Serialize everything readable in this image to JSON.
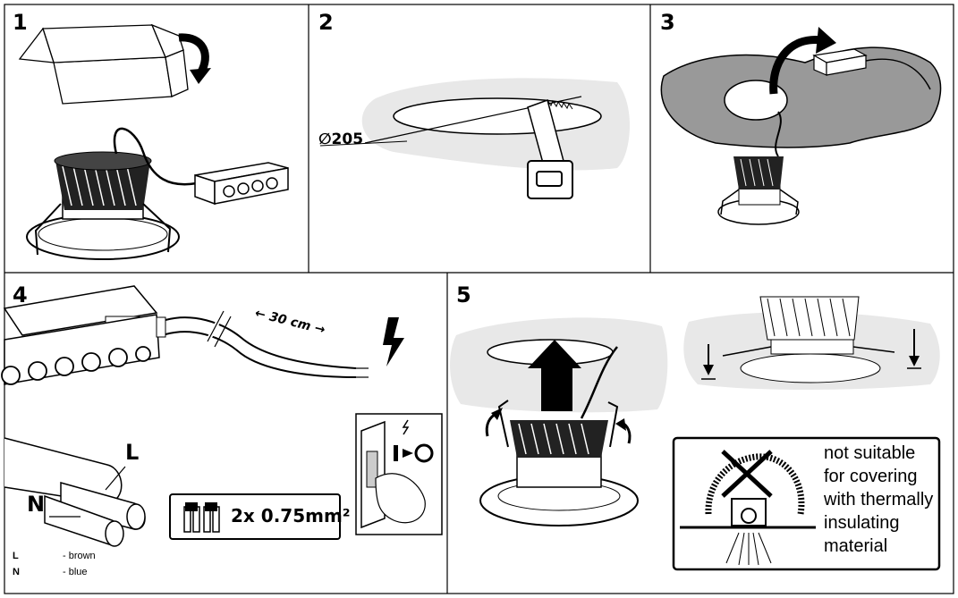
{
  "panels": [
    {
      "number": "1"
    },
    {
      "number": "2",
      "diameter_label": "∅205"
    },
    {
      "number": "3"
    },
    {
      "number": "4",
      "cable_length": "← 30 cm →",
      "wire_l": "L",
      "wire_n": "N",
      "wire_spec": "2x 0.75mm²",
      "legend": [
        {
          "code": "L",
          "desc": "- brown"
        },
        {
          "code": "N",
          "desc": "- blue"
        }
      ]
    },
    {
      "number": "5",
      "warning_lines": [
        "not suitable",
        "for covering",
        "with thermally",
        "insulating",
        "material"
      ]
    }
  ],
  "icons": [
    "box-open-icon",
    "downlight-icon",
    "junction-box-icon",
    "saw-icon",
    "power-off-switch-icon",
    "lightning-icon",
    "insulation-warning-icon"
  ]
}
